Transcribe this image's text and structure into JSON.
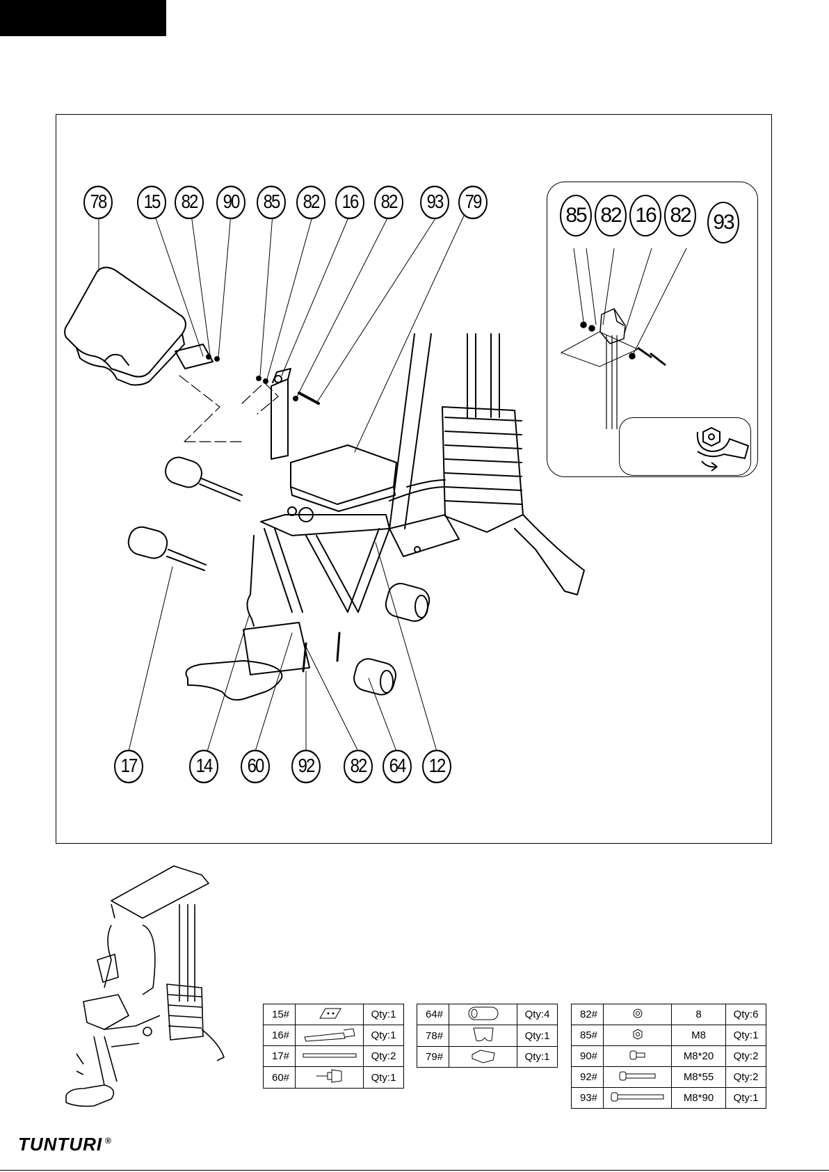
{
  "diagram": {
    "top_callouts": [
      "78",
      "15",
      "82",
      "90",
      "85",
      "82",
      "16",
      "82",
      "93",
      "79"
    ],
    "bottom_callouts": [
      "17",
      "14",
      "60",
      "92",
      "82",
      "64",
      "12"
    ],
    "inset_callouts": [
      "85",
      "82",
      "16",
      "82",
      "93"
    ]
  },
  "tables": {
    "left": [
      {
        "num": "15#",
        "icon": "plate-bracket-icon",
        "qty": "Qty:1"
      },
      {
        "num": "16#",
        "icon": "square-tube-post-icon",
        "qty": "Qty:1"
      },
      {
        "num": "17#",
        "icon": "rod-icon",
        "qty": "Qty:2"
      },
      {
        "num": "60#",
        "icon": "knob-pin-icon",
        "qty": "Qty:1"
      }
    ],
    "middle": [
      {
        "num": "64#",
        "icon": "foam-roller-icon",
        "qty": "Qty:4"
      },
      {
        "num": "78#",
        "icon": "preacher-pad-icon",
        "qty": "Qty:1"
      },
      {
        "num": "79#",
        "icon": "seat-pad-icon",
        "qty": "Qty:1"
      }
    ],
    "right": [
      {
        "num": "82#",
        "icon": "washer-icon",
        "size": "8",
        "qty": "Qty:6"
      },
      {
        "num": "85#",
        "icon": "nut-icon",
        "size": "M8",
        "qty": "Qty:1"
      },
      {
        "num": "90#",
        "icon": "short-bolt-icon",
        "size": "M8*20",
        "qty": "Qty:2"
      },
      {
        "num": "92#",
        "icon": "medium-bolt-icon",
        "size": "M8*55",
        "qty": "Qty:2"
      },
      {
        "num": "93#",
        "icon": "long-bolt-icon",
        "size": "M8*90",
        "qty": "Qty:1"
      }
    ]
  },
  "brand": {
    "name": "TUNTURI",
    "mark": "®"
  }
}
